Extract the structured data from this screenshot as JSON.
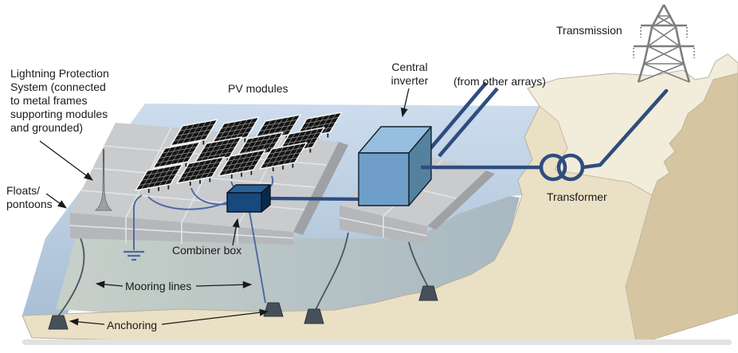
{
  "diagram": {
    "title_note": "Floating PV system schematic",
    "labels": {
      "lightning_protection": "Lightning Protection\nSystem (connected\nto metal frames\nsupporting modules\nand grounded)",
      "floats_pontoons": "Floats/\npontoons",
      "pv_modules": "PV modules",
      "central_inverter": "Central\ninverter",
      "from_other_arrays": "(from other arrays)",
      "transmission": "Transmission",
      "transformer": "Transformer",
      "combiner_box": "Combiner box",
      "mooring_lines": "Mooring lines",
      "anchoring": "Anchoring"
    },
    "colors": {
      "cable_navy": "#2e4d7e",
      "wire_blue": "#4a68a0",
      "mooring": "#4a545c",
      "anchor": "#46505a",
      "water_top": "#cdddee",
      "water_bottom": "#a9bfd5",
      "underwater_left": "#c6cfc8",
      "underwater_right": "#a8b8c2",
      "land_top": "#f2ecda",
      "land_front": "#eae0c5",
      "land_side": "#d5c6a1",
      "land_edge": "#b9b09a",
      "float_top": "#c9cbcd",
      "float_front": "#b5b7ba",
      "float_side": "#9fa1a4",
      "float_seam": "#e3e4e6",
      "panel": "#141414",
      "inverter_front": "#6f9ec9",
      "inverter_top": "#97bedf",
      "inverter_side": "#54829e",
      "combiner_front": "#17497c",
      "combiner_top": "#2a6093",
      "combiner_side": "#0a2a4c",
      "tower": "#7c7e80",
      "bottom_strip": "#e2e2e2"
    }
  }
}
